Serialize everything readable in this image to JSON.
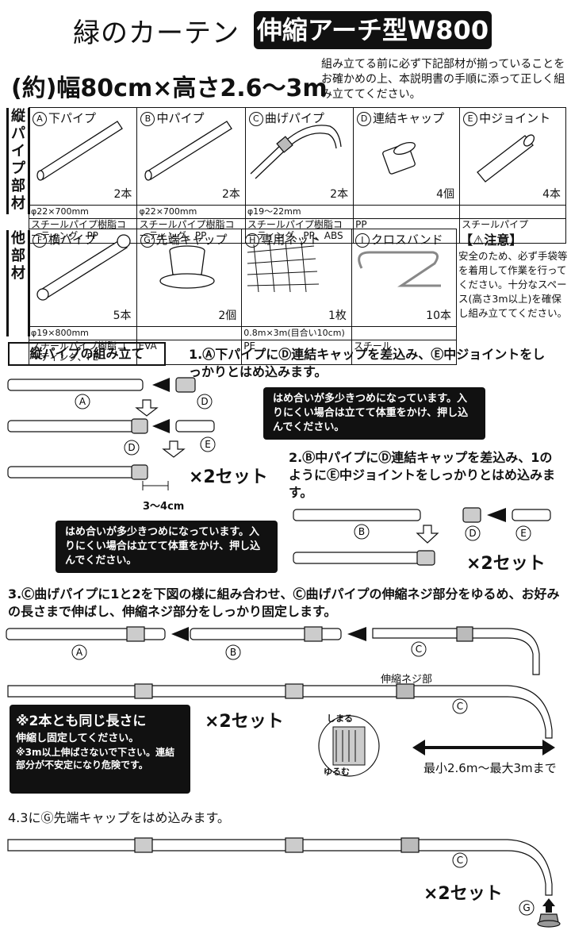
{
  "header": {
    "title": "緑のカーテン",
    "badge": "伸縮アーチ型W800",
    "size": "(約)幅80cm×高さ2.6〜3m",
    "intro": "組み立てる前に必ず下記部材が揃っていることをお確かめの上、本説明書の手順に添って正しく組み立ててください。"
  },
  "sections": {
    "vertical_label": "縦パイプ部材",
    "other_label": "他部材"
  },
  "parts_vertical": [
    {
      "letter": "A",
      "name": "下パイプ",
      "count": "2本",
      "spec": "φ22×700mm",
      "material": "スチールパイプ樹脂コーティング、PP"
    },
    {
      "letter": "B",
      "name": "中パイプ",
      "count": "2本",
      "spec": "φ22×700mm",
      "material": "スチールパイプ樹脂コーティング、PP"
    },
    {
      "letter": "C",
      "name": "曲げパイプ",
      "count": "2本",
      "spec": "φ19〜22mm",
      "material": "スチールパイプ樹脂コーティング、PP、ABS"
    },
    {
      "letter": "D",
      "name": "連結キャップ",
      "count": "4個",
      "spec": "",
      "material": "PP"
    },
    {
      "letter": "E",
      "name": "中ジョイント",
      "count": "4本",
      "spec": "",
      "material": "スチールパイプ"
    }
  ],
  "parts_other": [
    {
      "letter": "F",
      "name": "横パイプ",
      "count": "5本",
      "spec": "φ19×800mm",
      "material": "スチールパイプ樹脂コーティング、PE"
    },
    {
      "letter": "G",
      "name": "先端キャップ",
      "count": "2個",
      "spec": "",
      "material": "EVA"
    },
    {
      "letter": "H",
      "name": "専用ネット",
      "count": "1枚",
      "spec": "0.8m×3m(目合い10cm)",
      "material": "PE"
    },
    {
      "letter": "I",
      "name": "クロスバンド",
      "count": "10本",
      "spec": "",
      "material": "スチール"
    }
  ],
  "caution": {
    "title": "【⚠注意】",
    "text": "安全のため、必ず手袋等を着用して作業を行ってください。十分なスペース(高さ3m以上)を確保し組み立ててください。"
  },
  "steps": {
    "heading": "縦パイプの組み立て",
    "s1": "1.Ⓐ下パイプにⒹ連結キャップを差込み、Ⓔ中ジョイントをしっかりとはめ込みます。",
    "s2": "2.Ⓑ中パイプにⒹ連結キャップを差込み、1のようにⒺ中ジョイントをしっかりとはめ込みます。",
    "s3": "3.Ⓒ曲げパイプに1と2を下図の様に組み合わせ、Ⓒ曲げパイプの伸縮ネジ部分をゆるめ、お好みの長さまで伸ばし、伸縮ネジ部分をしっかり固定します。",
    "s4": "4.3にⒼ先端キャップをはめ込みます。",
    "note_fit": "はめ合いが多少きつめになっています。入りにくい場合は立てて体重をかけ、押し込んでください。",
    "set2": "×2セット",
    "gap": "3〜4cm",
    "thread": "伸縮ネジ部",
    "tighten": "しまる",
    "loosen": "ゆるむ",
    "range": "最小2.6m〜最大3mまで",
    "same_len_a": "※2本とも同じ長さに",
    "same_len_b": "伸縮し固定してください。",
    "warn": "※3m以上伸ばさないで下さい。連結部分が不安定になり危険です。"
  },
  "labels": {
    "A": "A",
    "B": "B",
    "C": "C",
    "D": "D",
    "E": "E",
    "G": "G"
  }
}
